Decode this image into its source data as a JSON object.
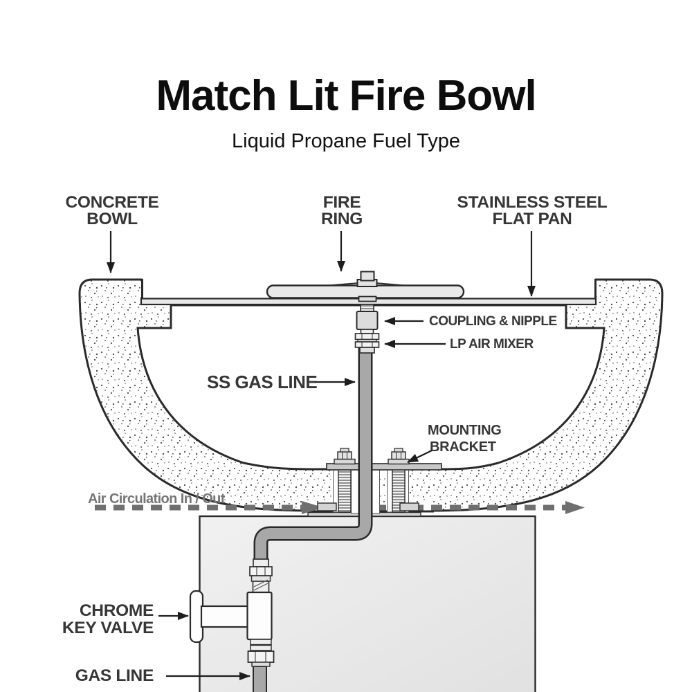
{
  "header": {
    "title": "Match Lit Fire Bowl",
    "subtitle": "Liquid Propane Fuel Type"
  },
  "labels": {
    "concrete_bowl": {
      "line1": "CONCRETE",
      "line2": "BOWL"
    },
    "fire_ring": {
      "line1": "FIRE",
      "line2": "RING"
    },
    "flat_pan": {
      "line1": "STAINLESS STEEL",
      "line2": "FLAT PAN"
    },
    "coupling_nipple": {
      "text": "COUPLING & NIPPLE"
    },
    "lp_air_mixer": {
      "text": "LP AIR MIXER"
    },
    "ss_gas_line": {
      "text": "SS GAS LINE"
    },
    "mounting_bracket": {
      "line1": "MOUNTING",
      "line2": "BRACKET"
    },
    "air_circulation": {
      "text": "Air Circulation In / Out"
    },
    "chrome_key_valve": {
      "line1": "CHROME",
      "line2": "KEY VALVE"
    },
    "gas_line": {
      "text": "GAS LINE"
    }
  },
  "colors": {
    "line": "#2a2a2a",
    "label_text": "#363636",
    "air_flow_gray": "#6f6f6f",
    "metal_gray": "#a8a8a8",
    "pedestal_fill": "#e9e9e9",
    "concrete_dot": "#4a4a4a",
    "background": "#ffffff"
  }
}
